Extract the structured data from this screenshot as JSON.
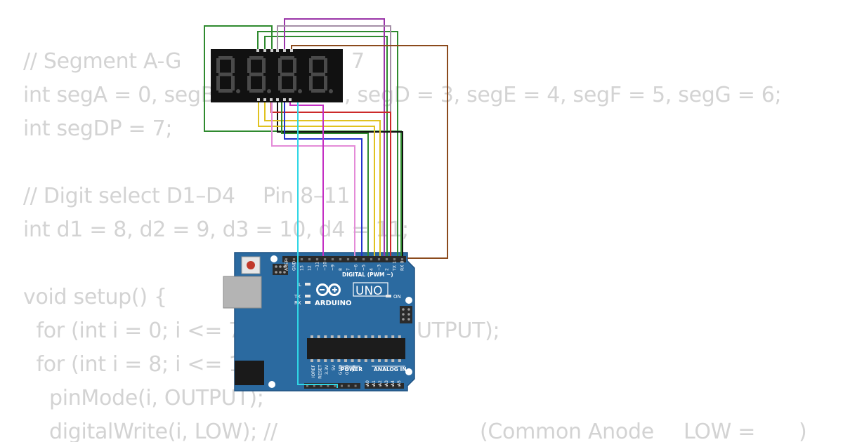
{
  "code": {
    "lines": [
      "// Segment A-G",
      "7",
      "int segA = 0, segB",
      ", segD = 3, segE = 4, segF = 5, segG = 6;",
      "int segDP = 7;",
      "// Digit select D1–D4",
      "Pin 8–11",
      "int d1 = 8, d2 = 9, d3 = 10, d4 = 11;",
      "void setup() {",
      "  for (int i = 0; i <= 7;",
      "UTPUT);",
      "  for (int i = 8; i <= 11",
      "    pinMode(i, OUTPUT);",
      "    digitalWrite(i, LOW); //",
      "(Common Anode",
      "LOW =",
      ")"
    ]
  },
  "display": {
    "digits": [
      "8.",
      "8.",
      "8.",
      "8."
    ],
    "segment_color": "#4a4a4a",
    "body_color": "#111111"
  },
  "arduino": {
    "brand": "ARDUINO",
    "model": "UNO",
    "digital_label": "DIGITAL (PWM ~)",
    "power_label": "POWER",
    "analog_label": "ANALOG IN",
    "on_label": "ON",
    "l_label": "L",
    "tx_label": "TX",
    "rx_label": "RX",
    "digital_pins": [
      "AREF",
      "GND",
      "13",
      "12",
      "~11",
      "~10",
      "~9",
      "8",
      "7",
      "~6",
      "~5",
      "4",
      "~3",
      "2",
      "TX 1",
      "RX 0"
    ],
    "power_pins": [
      "IOREF",
      "RESET",
      "3.3V",
      "5V",
      "GND",
      "GND",
      "Vin"
    ],
    "analog_pins": [
      "A0",
      "A1",
      "A2",
      "A3",
      "A4",
      "A5"
    ],
    "board_color": "#2b6aa0"
  }
}
